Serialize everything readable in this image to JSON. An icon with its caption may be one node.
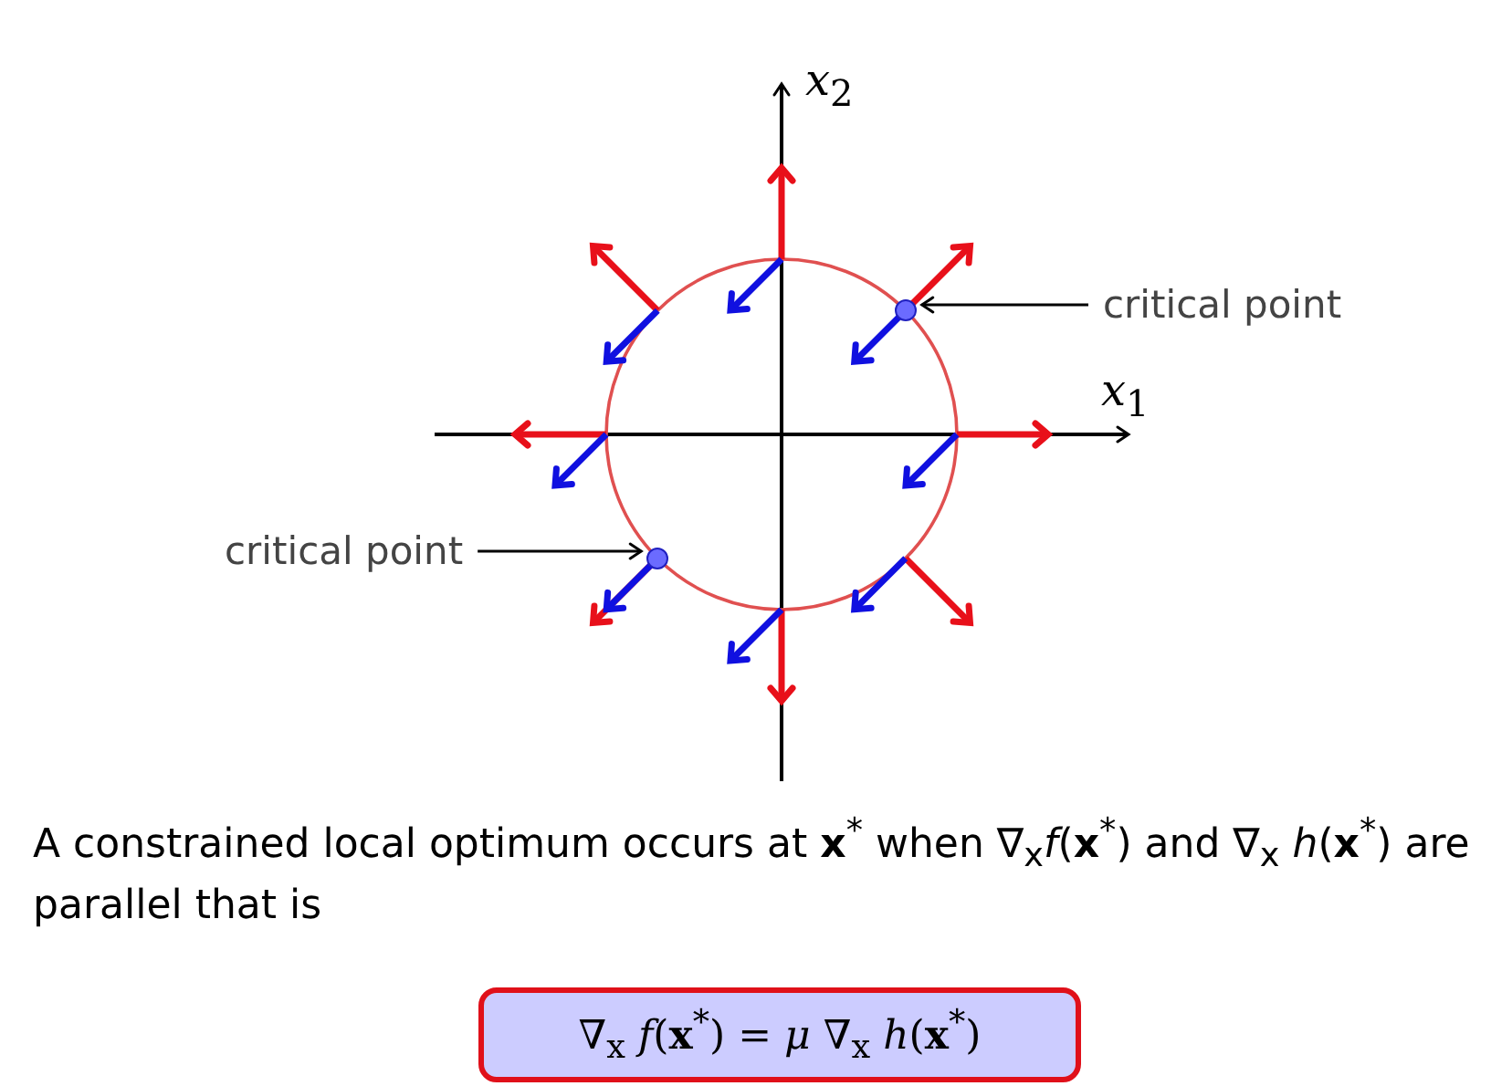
{
  "diagram": {
    "nodes": [
      {
        "text": [
          "critical point"
        ]
      },
      {
        "text": [],
        "shape": "circle"
      },
      {
        "text": [
          "critical point"
        ]
      },
      {
        "text": [],
        "shape": "circle"
      },
      {
        "text": [
          "∇$_{x}$ *f*(**x**$^{*}$) = *μ* ∇$_{x}$ *h*(**x**$^{*}$)"
        ]
      }
    ],
    "edges": [
      {
        "from": 0,
        "to": 1,
        "arrow": "to"
      },
      {
        "from": 2,
        "to": 3,
        "arrow": "to"
      }
    ],
    "labels": [
      "*x*$_{2}$",
      "*x*$_{1}$",
      "A constrained local optimum occurs at **x**$^{*}$ when ∇$_{x}$*f*(**x**$^{*}$) and ∇$_{x}$ *h*(**x**$^{*}$) are parallel that is"
    ]
  }
}
